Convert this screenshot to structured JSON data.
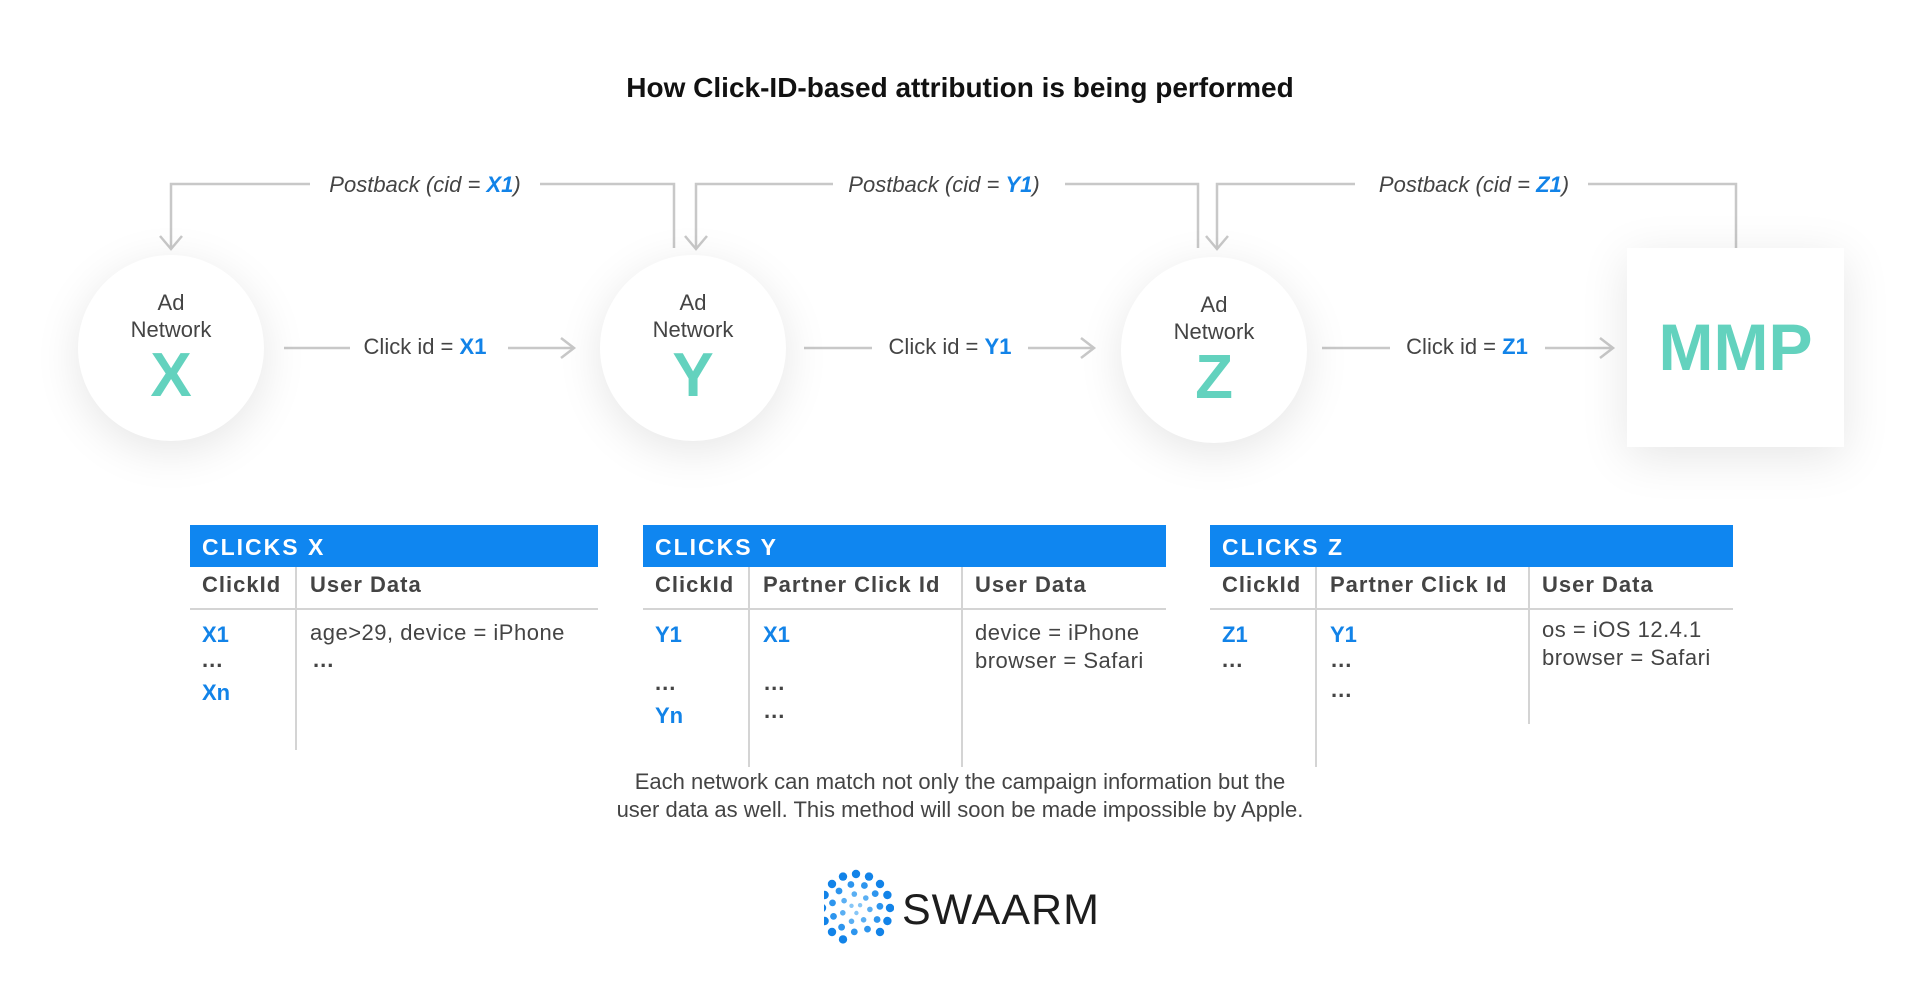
{
  "title": "How Click-ID-based attribution is being performed",
  "colors": {
    "accent_blue": "#0f86f0",
    "id_blue": "#1283e8",
    "node_teal": "#63d2be",
    "line_gray": "#c8c8c8"
  },
  "postbacks": [
    {
      "prefix": "Postback (cid = ",
      "id": "X1",
      "suffix": ")"
    },
    {
      "prefix": "Postback (cid = ",
      "id": "Y1",
      "suffix": ")"
    },
    {
      "prefix": "Postback (cid = ",
      "id": "Z1",
      "suffix": ")"
    }
  ],
  "nodes": [
    {
      "line1": "Ad",
      "line2": "Network",
      "letter": "X"
    },
    {
      "line1": "Ad",
      "line2": "Network",
      "letter": "Y"
    },
    {
      "line1": "Ad",
      "line2": "Network",
      "letter": "Z"
    }
  ],
  "mmp_label": "MMP",
  "click_labels": [
    {
      "prefix": "Click id = ",
      "id": "X1"
    },
    {
      "prefix": "Click id = ",
      "id": "Y1"
    },
    {
      "prefix": "Click id = ",
      "id": "Z1"
    }
  ],
  "tables": [
    {
      "title": "CLICKS X",
      "columns": [
        "ClickId",
        "User Data"
      ],
      "cells": {
        "id1": "X1",
        "dots1": "...",
        "idn": "Xn",
        "user1": "age>29, device = iPhone",
        "user2": "..."
      }
    },
    {
      "title": "CLICKS Y",
      "columns": [
        "ClickId",
        "Partner Click Id",
        "User Data"
      ],
      "cells": {
        "id1": "Y1",
        "dots1": "...",
        "idn": "Yn",
        "partner1": "X1",
        "partner_dots1": "...",
        "partner_dots2": "...",
        "user1": "device = iPhone",
        "user2": "browser = Safari"
      }
    },
    {
      "title": "CLICKS Z",
      "columns": [
        "ClickId",
        "Partner Click Id",
        "User Data"
      ],
      "cells": {
        "id1": "Z1",
        "dots1": "...",
        "partner1": "Y1",
        "partner_dots1": "...",
        "partner_dots2": "...",
        "user1": "os = iOS 12.4.1",
        "user2": "browser = Safari"
      }
    }
  ],
  "caption": {
    "line1": "Each network can match not only the campaign information but the",
    "line2": "user data as well. This method will soon be made impossible by Apple."
  },
  "logo_text": "SWAARM"
}
